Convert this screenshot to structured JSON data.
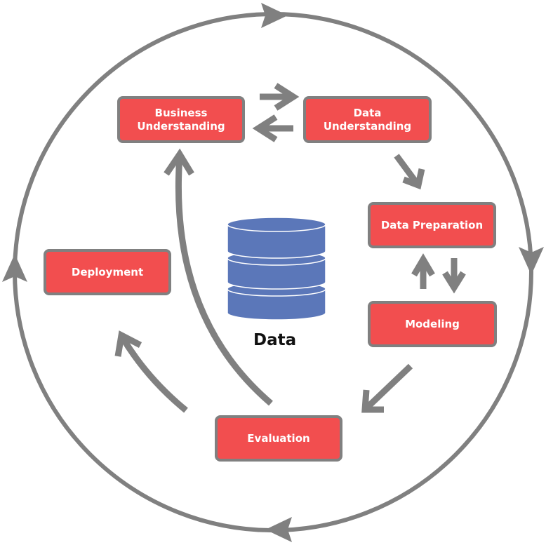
{
  "phases": {
    "business": "Business\nUnderstanding",
    "data_understanding": "Data\nUnderstanding",
    "data_preparation": "Data Preparation",
    "modeling": "Modeling",
    "evaluation": "Evaluation",
    "deployment": "Deployment"
  },
  "center_label": "Data",
  "colors": {
    "box": "#f24e4f",
    "arrow": "#808080",
    "database": "#5b77b9"
  }
}
